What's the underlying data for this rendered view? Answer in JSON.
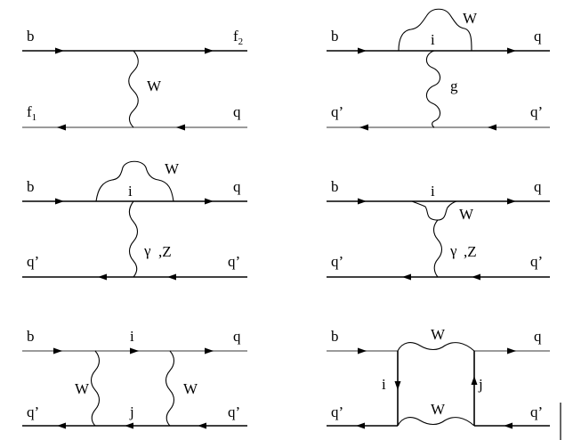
{
  "diagrams": [
    {
      "label_b": "b",
      "label_f2": "f",
      "label_f2_sub": "2",
      "label_f1": "f",
      "label_f1_sub": "1",
      "label_q": "q",
      "label_W": "W"
    },
    {
      "label_b": "b",
      "label_q_top": "q",
      "label_i": "i",
      "label_W": "W",
      "label_g": "g",
      "label_qp_left": "q’",
      "label_qp_right": "q’"
    },
    {
      "label_b": "b",
      "label_q_top": "q",
      "label_i": "i",
      "label_W": "W",
      "label_gamma": "γ",
      "label_Z": ",Z",
      "label_qp_left": "q’",
      "label_qp_right": "q’"
    },
    {
      "label_b": "b",
      "label_q_top": "q",
      "label_i": "i",
      "label_W": "W",
      "label_gamma": "γ",
      "label_Z": ",Z",
      "label_qp_left": "q’",
      "label_qp_right": "q’"
    },
    {
      "label_b": "b",
      "label_q_top": "q",
      "label_i": "i",
      "label_j": "j",
      "label_W_left": "W",
      "label_W_right": "W",
      "label_qp_left": "q’",
      "label_qp_right": "q’"
    },
    {
      "label_b": "b",
      "label_q_top": "q",
      "label_W_top": "W",
      "label_W_bottom": "W",
      "label_i": "i",
      "label_j": "j",
      "label_qp_left": "q’",
      "label_qp_right": "q’"
    }
  ]
}
